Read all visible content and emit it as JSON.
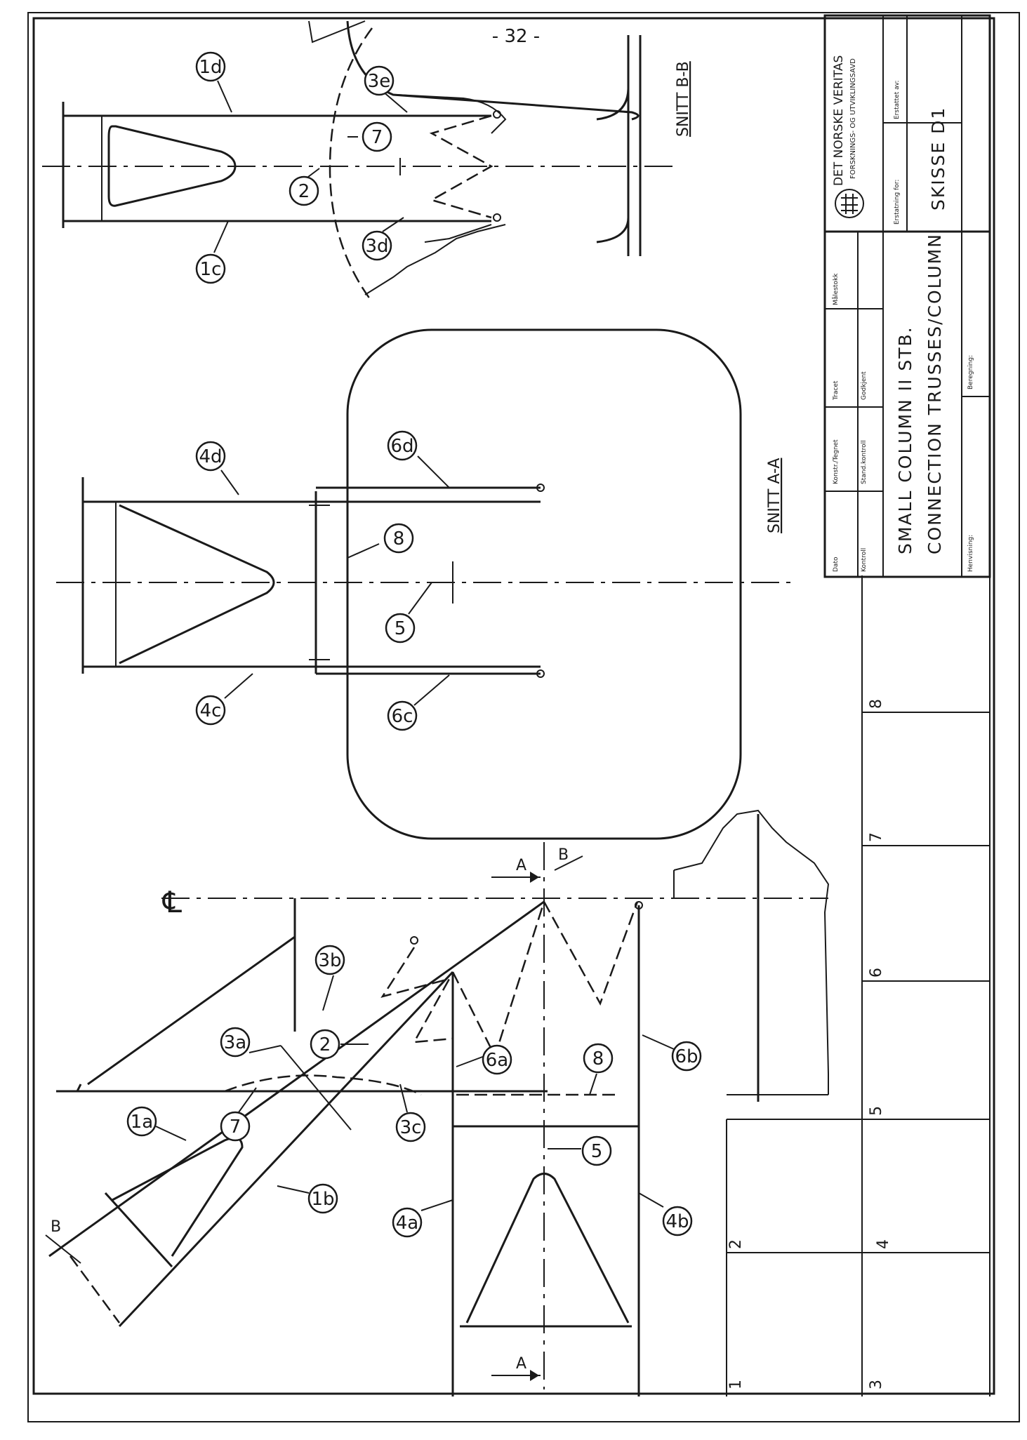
{
  "page_number": "- 32 -",
  "section_labels": {
    "snitt_bb": "SNITT B-B",
    "snitt_aa": "SNITT A-A",
    "centerline": "℄"
  },
  "section_marks": [
    "A",
    "A",
    "B",
    "B"
  ],
  "title_block": {
    "company_line1": "DET NORSKE VERITAS",
    "company_line2": "FORSKNINGS- OG UTVIKLINGSAVD",
    "erstatter_av_label": "Erstattet av:",
    "erstatning_for_label": "Erstatning for:",
    "drawing_id": "SKISSE D1",
    "malestokk_label": "Målestokk",
    "tracet_label": "Tracet",
    "godkjent_label": "Godkjent",
    "konstr_label": "Konstr./Tegnet",
    "stand_label": "Stand.kontroll",
    "dato_label": "Dato",
    "kontroll_label": "Kontroll",
    "title_line1": "SMALL COLUMN II STB.",
    "title_line2": "CONNECTION TRUSSES/COLUMN",
    "henvisning_label": "Henvisning:",
    "beregning_label": "Beregning:"
  },
  "grid_numbers": [
    "8",
    "7",
    "6",
    "5",
    "4",
    "3",
    "2",
    "1"
  ],
  "part_labels": {
    "p1d": "1d",
    "p3e": "3e",
    "p7_top": "7",
    "p2_top": "2",
    "p1c": "1c",
    "p3d": "3d",
    "p4d": "4d",
    "p6d": "6d",
    "p8_mid": "8",
    "p5_mid": "5",
    "p4c": "4c",
    "p6c": "6c",
    "p3b": "3b",
    "p3a": "3a",
    "p2_low": "2",
    "p6a": "6a",
    "p8_low": "8",
    "p6b": "6b",
    "p1a": "1a",
    "p7_low": "7",
    "p3c": "3c",
    "p5_low": "5",
    "p1b": "1b",
    "p4a": "4a",
    "p4b": "4b"
  }
}
